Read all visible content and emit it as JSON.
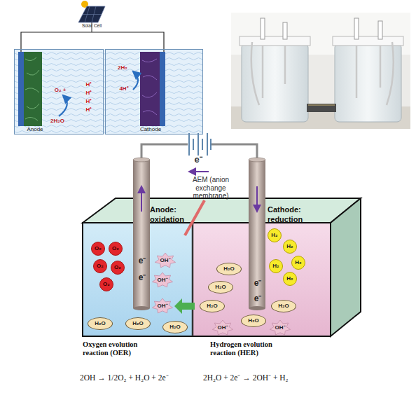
{
  "diagram": {
    "nodes": [
      {
        "text": [
          "Anode"
        ]
      },
      {
        "text": [
          "Cathode"
        ]
      },
      {
        "text": [
          "Anode: oxidation"
        ]
      },
      {
        "text": [
          "Cathode: reduction"
        ]
      },
      {
        "text": [
          "O₂"
        ],
        "in": 2
      },
      {
        "text": [
          "O₂"
        ],
        "in": 2
      },
      {
        "text": [
          "O₂"
        ],
        "in": 2
      },
      {
        "text": [
          "O₂"
        ],
        "in": 2
      },
      {
        "text": [
          "O₂"
        ],
        "in": 2
      },
      {
        "text": [
          "OH⁻"
        ],
        "in": 2
      },
      {
        "text": [
          "OH⁻"
        ],
        "in": 2
      },
      {
        "text": [
          "OH⁻"
        ],
        "in": 2
      },
      {
        "text": [
          "H₂O"
        ],
        "in": 2
      },
      {
        "text": [
          "H₂O"
        ],
        "in": 2
      },
      {
        "text": [
          "H₂O"
        ],
        "in": 2
      },
      {
        "text": [
          "H₂"
        ],
        "in": 3
      },
      {
        "text": [
          "H₂"
        ],
        "in": 3
      },
      {
        "text": [
          "H₂"
        ],
        "in": 3
      },
      {
        "text": [
          "H₂"
        ],
        "in": 3
      },
      {
        "text": [
          "H₂"
        ],
        "in": 3
      },
      {
        "text": [
          "H₂O"
        ],
        "in": 3
      },
      {
        "text": [
          "H₂O"
        ],
        "in": 3
      },
      {
        "text": [
          "H₂O"
        ],
        "in": 3
      },
      {
        "text": [
          "H₂O"
        ],
        "in": 3
      },
      {
        "text": [
          "H₂O"
        ],
        "in": 3
      },
      {
        "text": [
          "OH⁻"
        ],
        "in": 3
      },
      {
        "text": [
          "OH⁻"
        ],
        "in": 3
      }
    ],
    "labels": [
      "Solar Cell",
      "H⁺",
      "H⁺",
      "H⁺",
      "H⁺",
      "O₂ +",
      "2H₂O",
      "2H₂",
      "4H⁺",
      "e⁻",
      "AEM (anion exchange membrane)",
      "e⁻",
      "e⁻",
      "e⁻",
      "e⁻",
      "Oxygen evolution reaction (OER)",
      "Hydrogen evolution reaction (HER)",
      "2OH → 1/2O₂ + H₂O + 2e⁻",
      "2H₂O + 2e⁻ → 2OH⁻ + H₂"
    ]
  }
}
